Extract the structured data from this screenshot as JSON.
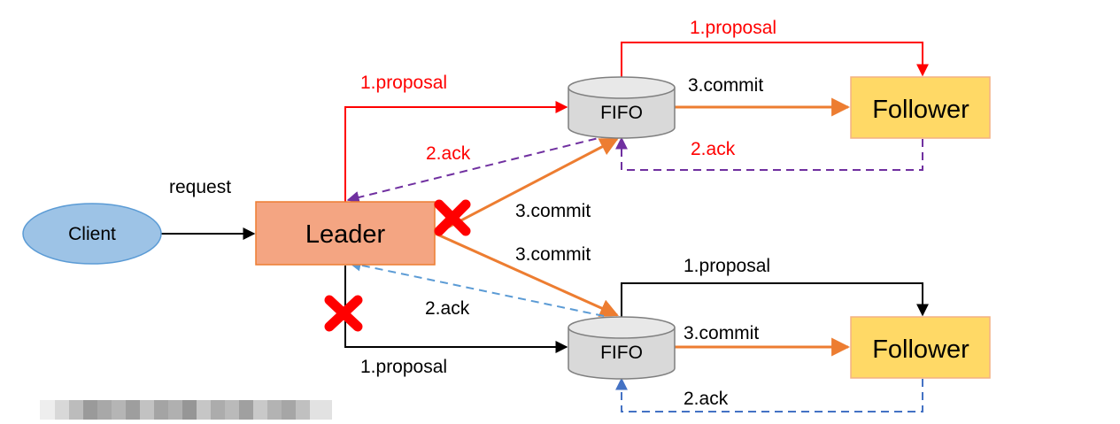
{
  "nodes": {
    "client": "Client",
    "leader": "Leader",
    "fifo_top": "FIFO",
    "fifo_bottom": "FIFO",
    "follower_top": "Follower",
    "follower_bottom": "Follower"
  },
  "edges": {
    "request": "request",
    "leader_proposal_top": "1.proposal",
    "leader_ack_top": "2.ack",
    "leader_commit_top": "3.commit",
    "leader_commit_bottom": "3.commit",
    "leader_ack_bottom": "2.ack",
    "leader_proposal_bottom": "1.proposal",
    "fifo_top_proposal": "1.proposal",
    "fifo_top_commit": "3.commit",
    "follower_top_ack": "2.ack",
    "fifo_bottom_proposal": "1.proposal",
    "fifo_bottom_commit": "3.commit",
    "follower_bottom_ack": "2.ack"
  },
  "colors": {
    "proposal_top": "#ff0000",
    "proposal_bottom": "#000000",
    "commit": "#ed7d31",
    "ack_top": "#7030a0",
    "ack_leader_bottom": "#5b9bd5",
    "ack_follower_bottom": "#4472c4",
    "failure_mark": "#ff0000",
    "leader_fill": "#f4a582",
    "follower_fill": "#ffd966",
    "client_fill": "#9dc3e6",
    "fifo_fill": "#d9d9d9"
  }
}
